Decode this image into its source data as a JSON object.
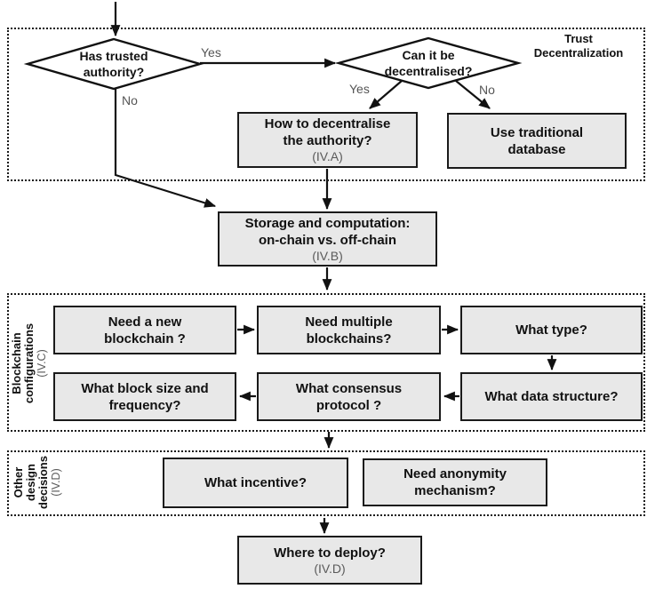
{
  "colors": {
    "box_fill": "#e8e8e8",
    "line": "#111111",
    "muted": "#555555"
  },
  "section_trust": {
    "l1": "Trust",
    "l2": "Decentralization"
  },
  "section_config": {
    "l1": "Blockchain",
    "l2": "configurations",
    "sub": "(IV.C)"
  },
  "section_other": {
    "l1": "Other",
    "l2": "design",
    "l3": "decisions",
    "sub": "(IV.D)"
  },
  "diamond_trusted": {
    "l1": "Has trusted",
    "l2": "authority?"
  },
  "diamond_decentralised": {
    "l1": "Can it be",
    "l2": "decentralised?"
  },
  "labels": {
    "yes1": "Yes",
    "no1": "No",
    "yes2": "Yes",
    "no2": "No"
  },
  "box_decentralise": {
    "l1": "How to decentralise",
    "l2": "the authority?",
    "sub": "(IV.A)"
  },
  "box_database": {
    "l1": "Use traditional",
    "l2": "database"
  },
  "box_storage": {
    "l1": "Storage and computation:",
    "l2": "on-chain vs. off-chain",
    "sub": "(IV.B)"
  },
  "box_new_blockchain": {
    "l1": "Need a new",
    "l2": "blockchain ?"
  },
  "box_multiple_blockchains": {
    "l1": "Need multiple",
    "l2": "blockchains?"
  },
  "box_what_type": {
    "l1": "What type?"
  },
  "box_block_size": {
    "l1": "What block size and",
    "l2": "frequency?"
  },
  "box_consensus": {
    "l1": "What consensus",
    "l2": "protocol ?"
  },
  "box_data_structure": {
    "l1": "What data structure?"
  },
  "box_incentive": {
    "l1": "What incentive?"
  },
  "box_anonymity": {
    "l1": "Need anonymity",
    "l2": "mechanism?"
  },
  "box_deploy": {
    "l1": "Where to deploy?",
    "sub": "(IV.D)"
  }
}
